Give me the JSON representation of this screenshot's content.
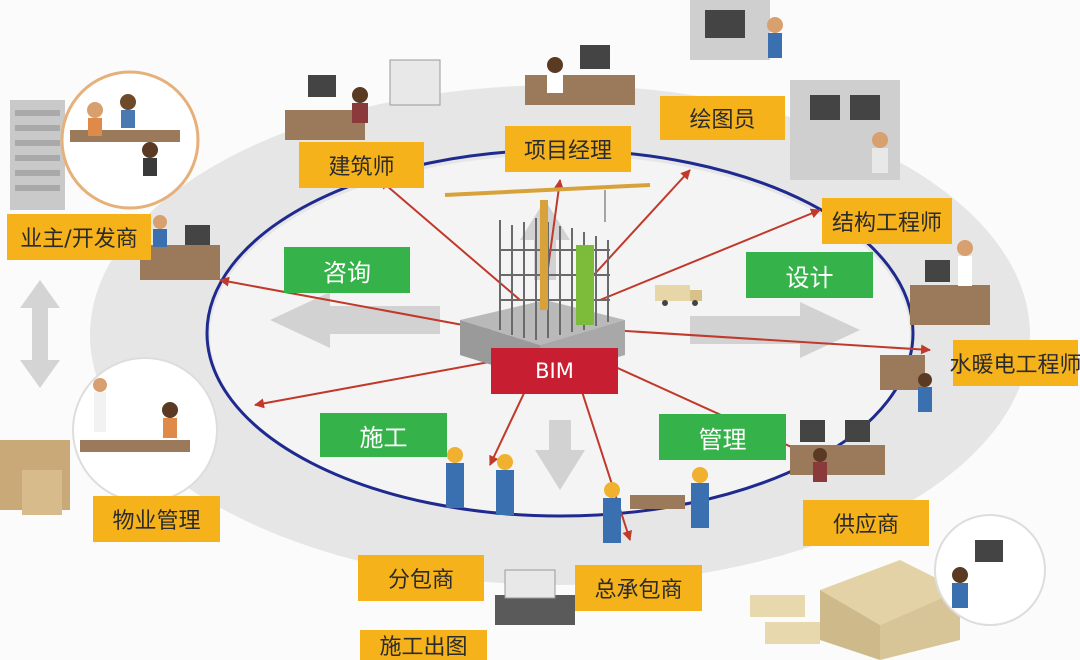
{
  "center": {
    "label": "BIM"
  },
  "phases": {
    "consult": "咨询",
    "design": "设计",
    "construct": "施工",
    "manage": "管理"
  },
  "roles": {
    "owner": "业主/开发商",
    "architect": "建筑师",
    "pm": "项目经理",
    "drafter": "绘图员",
    "structural": "结构工程师",
    "mep": "水暖电工程师",
    "supplier": "供应商",
    "gc": "总承包商",
    "sub": "分包商",
    "shopdwg": "施工出图",
    "fm": "物业管理"
  },
  "colors": {
    "role_bg": "#f6b21b",
    "phase_bg": "#35b34a",
    "core_bg": "#c81e32",
    "ring": "#1f2a8f",
    "arrow": "#c0392b",
    "platform": "#e3e3e3"
  }
}
